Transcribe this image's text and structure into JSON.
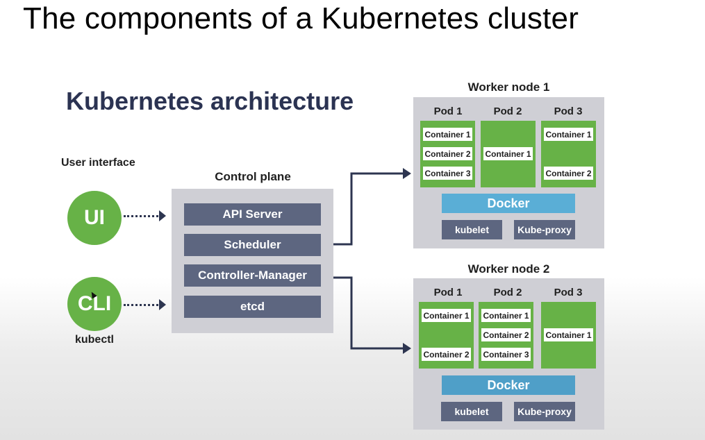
{
  "slide": {
    "title": "The components of a Kubernetes cluster"
  },
  "diagram": {
    "title": "Kubernetes architecture",
    "user_interface_label": "User interface",
    "ui_text": "UI",
    "cli_text": "CLI",
    "cli_label": "kubectl",
    "control_plane": {
      "label": "Control plane",
      "components": [
        "API Server",
        "Scheduler",
        "Controller-Manager",
        "etcd"
      ]
    },
    "worker_nodes": [
      {
        "label": "Worker node 1",
        "pods": [
          {
            "label": "Pod 1",
            "containers": [
              "Container 1",
              "Container 2",
              "Container 3"
            ]
          },
          {
            "label": "Pod 2",
            "containers": [
              "Container 1"
            ]
          },
          {
            "label": "Pod 3",
            "containers": [
              "Container 1",
              "Container 2"
            ]
          }
        ],
        "runtime": "Docker",
        "agents": [
          "kubelet",
          "Kube-proxy"
        ]
      },
      {
        "label": "Worker node 2",
        "pods": [
          {
            "label": "Pod 1",
            "containers": [
              "Container 1",
              "Container 2"
            ]
          },
          {
            "label": "Pod 2",
            "containers": [
              "Container 1",
              "Container 2",
              "Container 3"
            ]
          },
          {
            "label": "Pod 3",
            "containers": [
              "Container 1"
            ]
          }
        ],
        "runtime": "Docker",
        "agents": [
          "kubelet",
          "Kube-proxy"
        ]
      }
    ],
    "colors": {
      "green": "#67b247",
      "slate": "#5d6680",
      "panel": "#cfcfd5",
      "docker": "#5aaed6",
      "arrow": "#2d3550",
      "title": "#2b3352"
    }
  }
}
